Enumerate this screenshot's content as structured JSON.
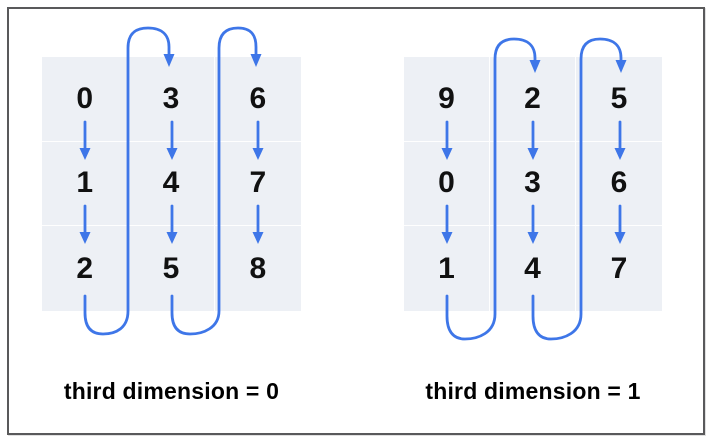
{
  "figure": {
    "panels": [
      {
        "caption": "third dimension = 0",
        "cells": [
          "0",
          "3",
          "6",
          "1",
          "4",
          "7",
          "2",
          "5",
          "8"
        ]
      },
      {
        "caption": "third dimension = 1",
        "cells": [
          "9",
          "2",
          "5",
          "0",
          "3",
          "6",
          "1",
          "4",
          "7"
        ]
      }
    ]
  },
  "icons": {
    "down_arrow": "straight blue arrow pointing down between cells",
    "wrap_arrow": "blue u-turn loop arrow from column bottom to next column top"
  },
  "colors": {
    "arrow": "#3E76E8",
    "grid_background": "#EDF0F5",
    "frame_border": "#59595B",
    "number_text": "#111111",
    "caption_text": "#000000"
  }
}
